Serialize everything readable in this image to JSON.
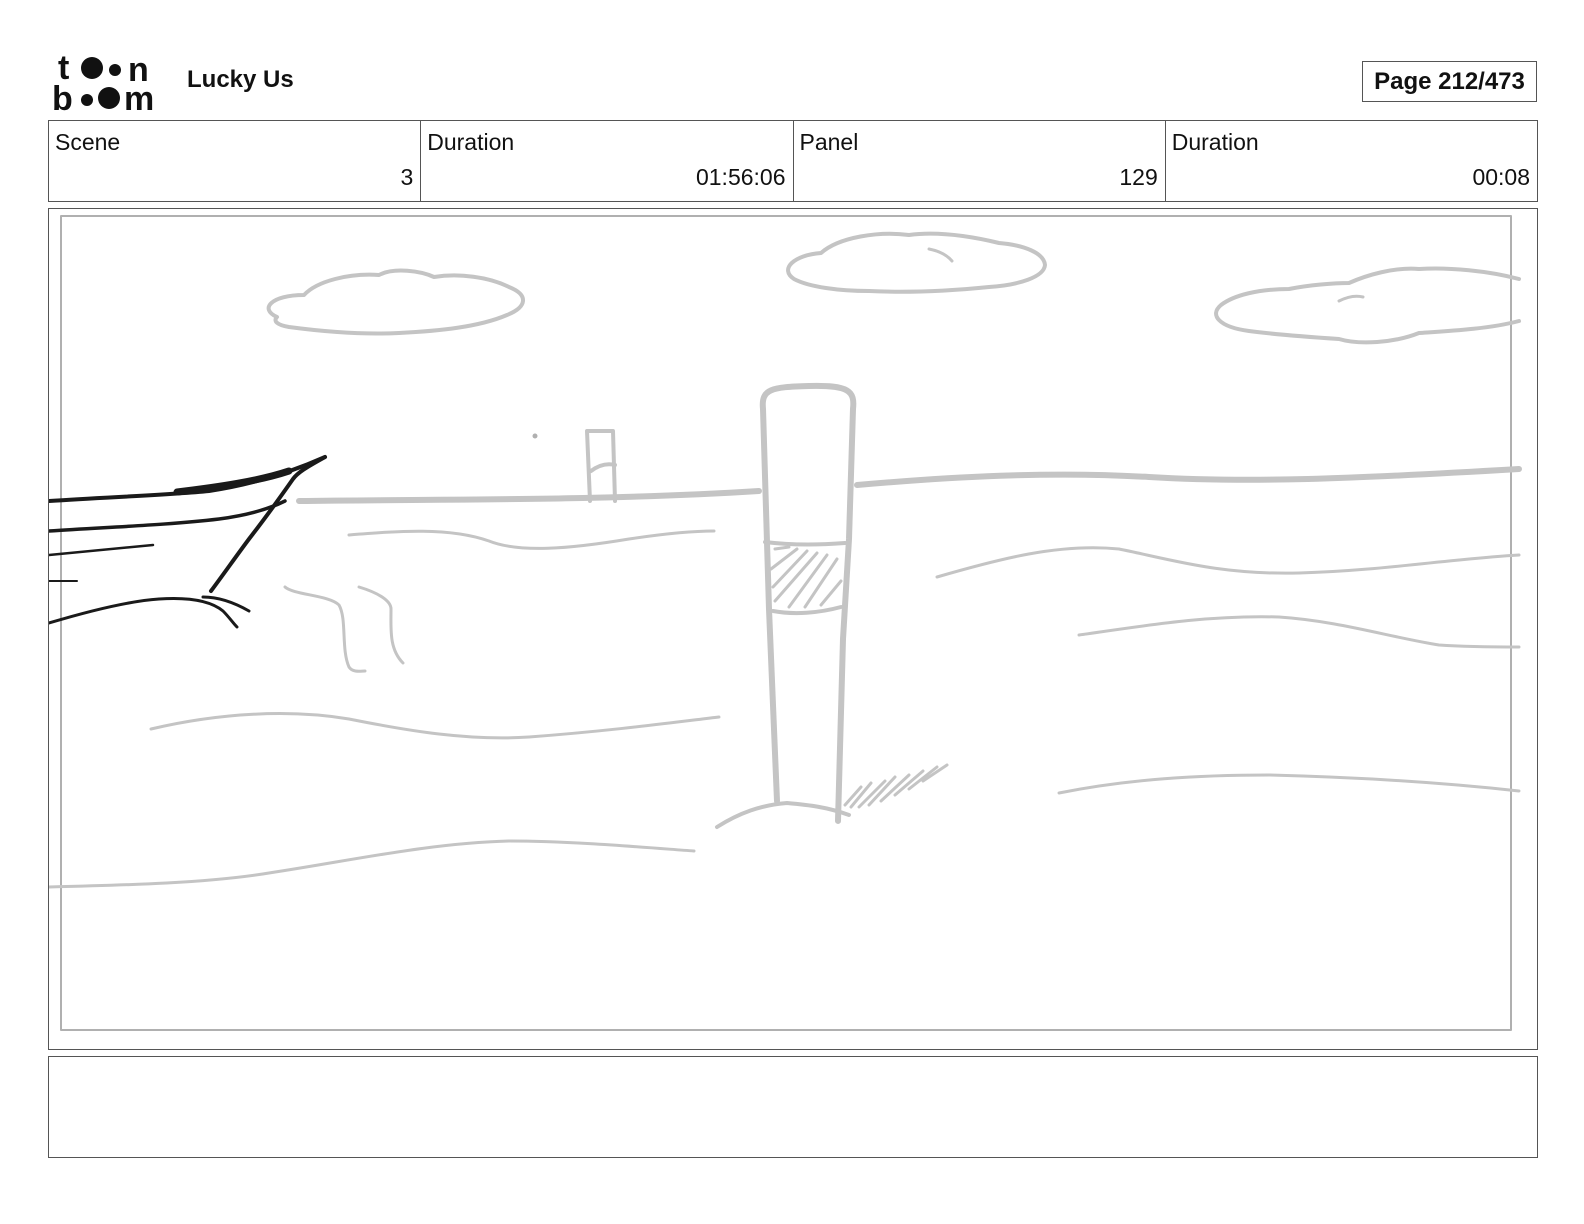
{
  "header": {
    "project_title": "Lucky Us",
    "page_label": "Page 212/473"
  },
  "info": {
    "scene_label": "Scene",
    "scene_value": "3",
    "scene_duration_label": "Duration",
    "scene_duration_value": "01:56:06",
    "panel_label": "Panel",
    "panel_value": "129",
    "panel_duration_label": "Duration",
    "panel_duration_value": "00:08"
  },
  "caption": {
    "text": ""
  },
  "colors": {
    "sketch_gray": "#c4c4c4",
    "ink_black": "#1a1a1a",
    "border": "#555555"
  }
}
